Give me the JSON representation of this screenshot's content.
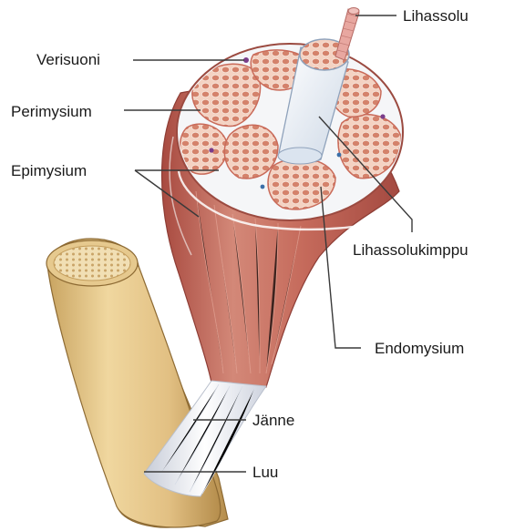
{
  "labels": {
    "lihassolu": "Lihassolu",
    "verisuoni": "Verisuoni",
    "perimysium": "Perimysium",
    "epimysium": "Epimysium",
    "lihassolukimppu": "Lihassolukimppu",
    "endomysium": "Endomysium",
    "janne": "Jänne",
    "luu": "Luu"
  },
  "colors": {
    "muscle": "#b9574c",
    "muscle_light": "#d88a7c",
    "fascicle_fill": "#f2c9b8",
    "fiber": "#d07b63",
    "tendon": "#eef1f6",
    "bone": "#e3c48a",
    "bone_marrow": "#efd9a8",
    "connective": "#f5f6f8",
    "vessel": "#7a3d8a"
  }
}
